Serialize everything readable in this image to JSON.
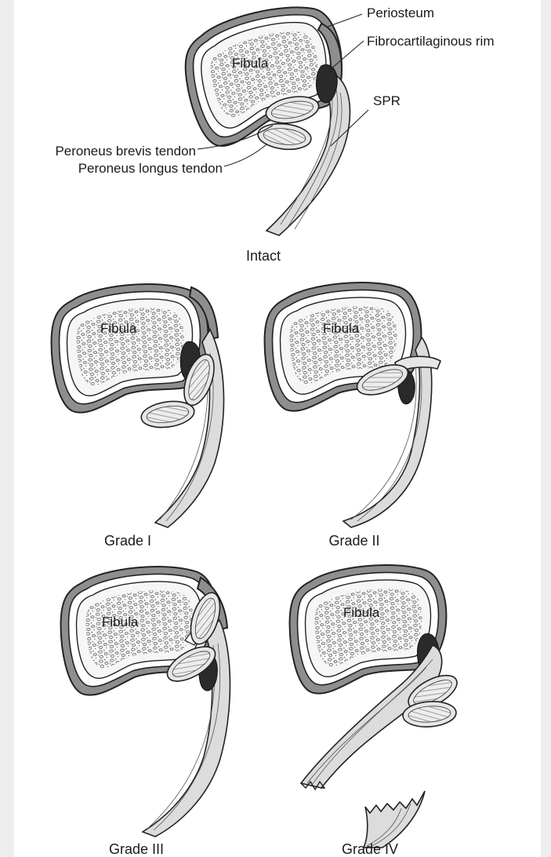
{
  "labels": {
    "periosteum": "Periosteum",
    "rim": "Fibrocartilaginous rim",
    "spr": "SPR",
    "brevis": "Peroneus brevis tendon",
    "longus": "Peroneus longus tendon",
    "fibula": "Fibula"
  },
  "captions": {
    "intact": "Intact",
    "grade1": "Grade I",
    "grade2": "Grade II",
    "grade3": "Grade III",
    "grade4": "Grade IV"
  },
  "colors": {
    "periosteum_fill": "#8e8e8e",
    "rim_fill": "#2a2a2a",
    "bone_fill": "#f6f6f6",
    "background": "#ffffff"
  }
}
